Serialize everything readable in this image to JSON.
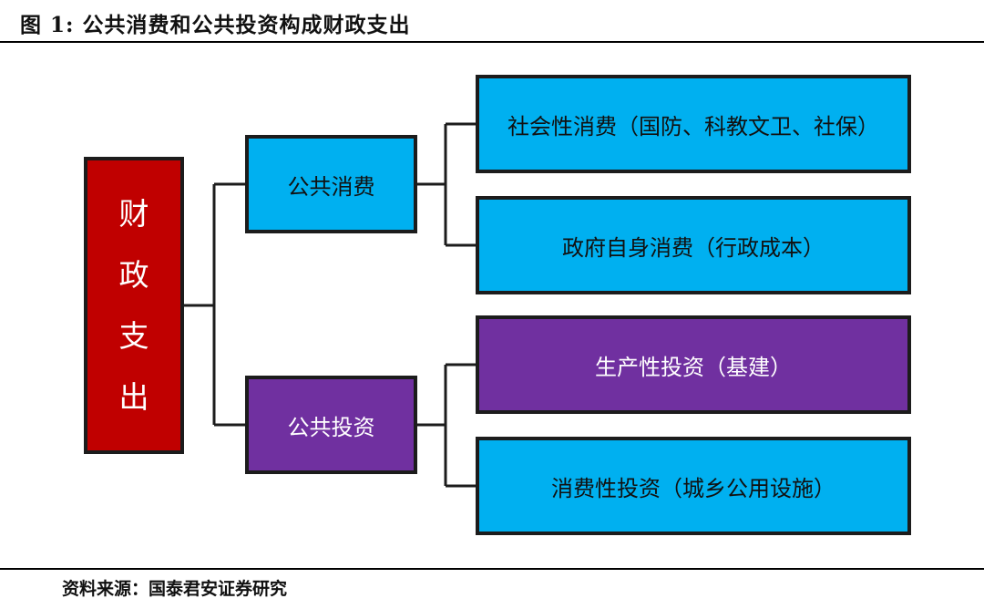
{
  "header": {
    "title": "图 1:  公共消费和公共投资构成财政支出"
  },
  "diagram": {
    "root": {
      "chars": [
        "财",
        "政",
        "支",
        "出"
      ]
    },
    "branches": [
      {
        "label": "公共消费",
        "color": "#00b0f0",
        "children": [
          "社会性消费（国防、科教文卫、社保）",
          "政府自身消费（行政成本）"
        ]
      },
      {
        "label": "公共投资",
        "color": "#7030a0",
        "children": [
          "生产性投资（基建）",
          "消费性投资（城乡公用设施）"
        ]
      }
    ],
    "colors": {
      "root": "#c00000",
      "leaf_blue": "#00b0f0",
      "leaf_purple": "#7030a0",
      "border": "#1c1c1c"
    }
  },
  "footer": {
    "source": "资料来源：国泰君安证券研究"
  }
}
